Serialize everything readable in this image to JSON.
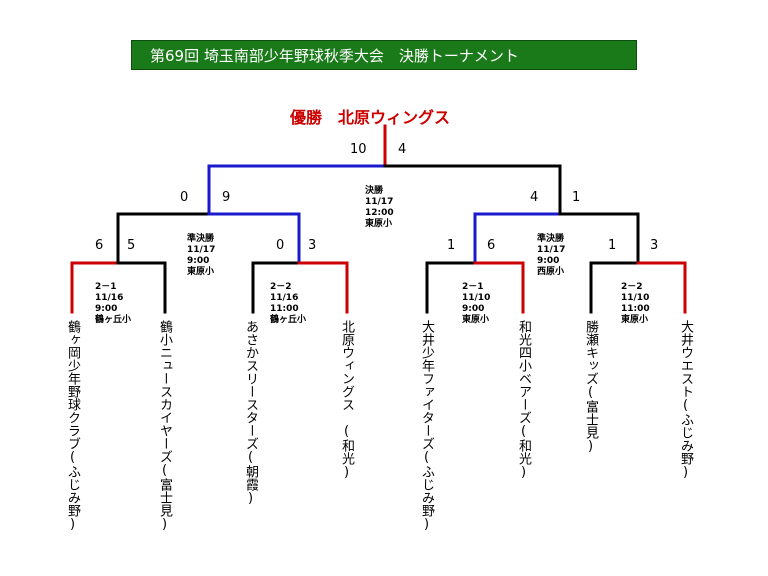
{
  "title": "第69回 埼玉南部少年野球秋季大会　決勝トーナメント",
  "champion": "優勝　北原ウィングス",
  "colors": {
    "win": "#cc0000",
    "semi_win": "#1a1acc",
    "lose": "#000000",
    "banner": "#1a7a1a"
  },
  "teams": [
    "鶴ヶ岡少年野球クラブ(ふじみ野)",
    "鶴小ニュースカイヤーズ(富士見)",
    "あさかスリースターズ(朝霞)",
    "北原ウィングス　(和光)",
    "大井少年ファイターズ(ふじみ野)",
    "和光四小ベアーズ(和光)",
    "勝瀬キッズ(富士見)",
    "大井ウエスト(ふじみ野)"
  ],
  "first_round": [
    {
      "result": "2－1",
      "date": "11/16",
      "time": "9:00",
      "venue": "鶴ヶ丘小",
      "score_left": "6",
      "score_right": "5"
    },
    {
      "result": "2－2",
      "date": "11/16",
      "time": "11:00",
      "venue": "鶴ヶ丘小",
      "score_left": "0",
      "score_right": "3"
    },
    {
      "result": "2－1",
      "date": "11/10",
      "time": "9:00",
      "venue": "東原小",
      "score_left": "1",
      "score_right": "6"
    },
    {
      "result": "2－2",
      "date": "11/10",
      "time": "11:00",
      "venue": "東原小",
      "score_left": "1",
      "score_right": "3"
    }
  ],
  "semifinals": [
    {
      "label": "準決勝",
      "date": "11/17",
      "time": "9:00",
      "venue": "東原小",
      "score_left": "0",
      "score_right": "9"
    },
    {
      "label": "準決勝",
      "date": "11/17",
      "time": "9:00",
      "venue": "西原小",
      "score_left": "4",
      "score_right": "1"
    }
  ],
  "final": {
    "label": "決勝",
    "date": "11/17",
    "time": "12:00",
    "venue": "東原小",
    "score_left": "10",
    "score_right": "4"
  }
}
